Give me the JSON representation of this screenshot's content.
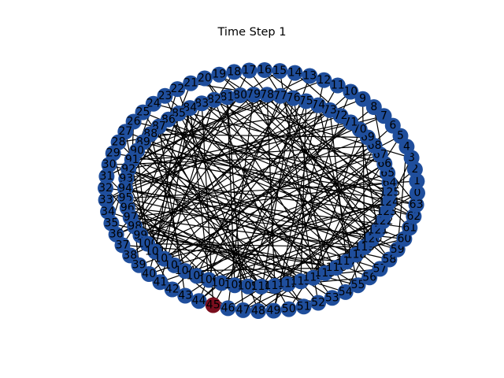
{
  "title": "Time Step 1",
  "colors": {
    "background": "#ffffff",
    "node_default": "#1f4e9c",
    "node_highlight": "#7a0e1e",
    "edge": "#000000",
    "label": "#000000"
  },
  "graph": {
    "node_count": 126,
    "highlighted_nodes": [
      45
    ],
    "edges": [
      [
        6,
        44
      ],
      [
        8,
        103
      ],
      [
        9,
        33
      ],
      [
        14,
        105
      ],
      [
        16,
        120
      ],
      [
        19,
        122
      ],
      [
        21,
        98
      ],
      [
        23,
        109
      ],
      [
        25,
        110
      ],
      [
        28,
        73
      ],
      [
        29,
        95
      ],
      [
        31,
        106
      ],
      [
        34,
        114
      ],
      [
        36,
        69
      ],
      [
        39,
        98
      ],
      [
        41,
        82
      ],
      [
        43,
        87
      ],
      [
        46,
        79
      ],
      [
        48,
        76
      ],
      [
        51,
        89
      ],
      [
        53,
        84
      ],
      [
        55,
        90
      ],
      [
        57,
        94
      ],
      [
        59,
        87
      ],
      [
        61,
        77
      ],
      [
        63,
        71
      ],
      [
        65,
        70
      ],
      [
        68,
        91
      ],
      [
        72,
        94
      ],
      [
        74,
        99
      ],
      [
        75,
        109
      ],
      [
        78,
        100
      ],
      [
        81,
        108
      ],
      [
        83,
        100
      ],
      [
        85,
        101
      ],
      [
        88,
        104
      ],
      [
        91,
        119
      ],
      [
        93,
        123
      ],
      [
        97,
        112
      ],
      [
        102,
        124
      ],
      [
        104,
        116
      ],
      [
        107,
        122
      ],
      [
        111,
        125
      ],
      [
        113,
        120
      ],
      [
        115,
        123
      ],
      [
        117,
        124
      ],
      [
        118,
        121
      ],
      [
        1,
        63
      ],
      [
        2,
        47
      ],
      [
        3,
        54
      ],
      [
        4,
        59
      ],
      [
        5,
        50
      ],
      [
        7,
        36
      ],
      [
        10,
        40
      ],
      [
        11,
        45
      ],
      [
        12,
        49
      ],
      [
        13,
        31
      ],
      [
        15,
        52
      ],
      [
        17,
        58
      ],
      [
        18,
        37
      ],
      [
        20,
        56
      ],
      [
        22,
        48
      ],
      [
        24,
        66
      ],
      [
        26,
        64
      ],
      [
        27,
        60
      ],
      [
        30,
        67
      ],
      [
        32,
        61
      ],
      [
        35,
        55
      ],
      [
        38,
        68
      ],
      [
        40,
        84
      ],
      [
        42,
        71
      ],
      [
        44,
        77
      ],
      [
        47,
        81
      ],
      [
        49,
        73
      ],
      [
        52,
        86
      ],
      [
        54,
        79
      ],
      [
        56,
        92
      ],
      [
        58,
        83
      ],
      [
        60,
        96
      ],
      [
        62,
        89
      ],
      [
        64,
        97
      ],
      [
        66,
        105
      ],
      [
        67,
        99
      ],
      [
        69,
        110
      ],
      [
        70,
        114
      ],
      [
        71,
        103
      ],
      [
        73,
        117
      ],
      [
        76,
        101
      ],
      [
        79,
        121
      ],
      [
        80,
        98
      ],
      [
        82,
        112
      ],
      [
        84,
        106
      ],
      [
        86,
        115
      ],
      [
        89,
        107
      ],
      [
        90,
        125
      ],
      [
        92,
        118
      ],
      [
        95,
        111
      ],
      [
        96,
        113
      ],
      [
        99,
        116
      ],
      [
        100,
        119
      ],
      [
        0,
        103
      ],
      [
        1,
        95
      ],
      [
        3,
        82
      ],
      [
        5,
        102
      ],
      [
        7,
        93
      ],
      [
        9,
        119
      ],
      [
        10,
        72
      ],
      [
        12,
        90
      ],
      [
        13,
        108
      ],
      [
        15,
        80
      ],
      [
        17,
        101
      ],
      [
        19,
        64
      ],
      [
        20,
        115
      ],
      [
        22,
        86
      ],
      [
        23,
        57
      ],
      [
        25,
        123
      ],
      [
        26,
        91
      ],
      [
        28,
        110
      ],
      [
        30,
        59
      ],
      [
        32,
        104
      ],
      [
        33,
        77
      ],
      [
        35,
        91
      ],
      [
        37,
        117
      ],
      [
        39,
        65
      ],
      [
        41,
        124
      ],
      [
        42,
        97
      ],
      [
        44,
        67
      ],
      [
        46,
        101
      ],
      [
        48,
        113
      ],
      [
        50,
        85
      ],
      [
        51,
        112
      ],
      [
        53,
        92
      ],
      [
        55,
        74
      ],
      [
        57,
        108
      ],
      [
        62,
        85
      ],
      [
        65,
        123
      ],
      [
        68,
        114
      ],
      [
        72,
        112
      ],
      [
        74,
        104
      ],
      [
        78,
        111
      ],
      [
        80,
        120
      ],
      [
        81,
        94
      ],
      [
        83,
        125
      ],
      [
        87,
        109
      ],
      [
        88,
        122
      ],
      [
        93,
        102
      ],
      [
        97,
        119
      ],
      [
        106,
        122
      ],
      [
        8,
        66
      ],
      [
        14,
        70
      ],
      [
        16,
        75
      ],
      [
        18,
        62
      ],
      [
        21,
        78
      ],
      [
        24,
        93
      ],
      [
        27,
        100
      ],
      [
        29,
        63
      ],
      [
        31,
        78
      ],
      [
        34,
        86
      ],
      [
        36,
        80
      ],
      [
        38,
        75
      ],
      [
        40,
        103
      ],
      [
        43,
        66
      ],
      [
        45,
        83
      ],
      [
        47,
        118
      ],
      [
        49,
        96
      ],
      [
        52,
        106
      ],
      [
        54,
        98
      ],
      [
        56,
        111
      ],
      [
        58,
        95
      ],
      [
        60,
        107
      ],
      [
        61,
        116
      ],
      [
        63,
        87
      ],
      [
        64,
        124
      ],
      [
        67,
        105
      ],
      [
        69,
        88
      ],
      [
        70,
        121
      ],
      [
        71,
        92
      ],
      [
        73,
        99
      ],
      [
        75,
        113
      ],
      [
        76,
        115
      ],
      [
        77,
        118
      ],
      [
        79,
        96
      ],
      [
        82,
        124
      ],
      [
        84,
        102
      ],
      [
        85,
        117
      ],
      [
        89,
        110
      ],
      [
        90,
        100
      ],
      [
        94,
        120
      ],
      [
        98,
        116
      ],
      [
        0,
        46
      ]
    ]
  }
}
